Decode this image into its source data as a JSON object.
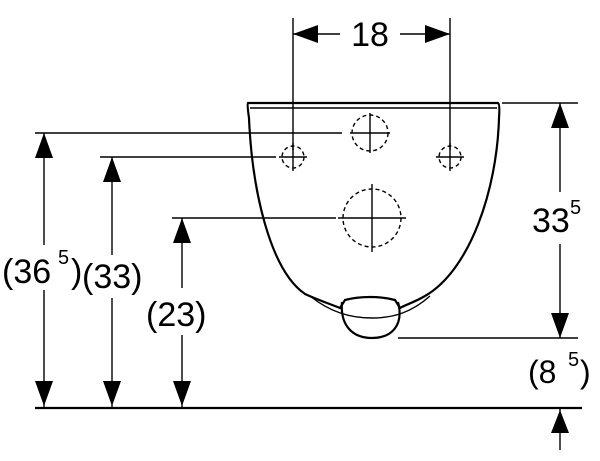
{
  "dimensions": {
    "top_width": "18",
    "right_height_main": "33",
    "right_height_sup": "5",
    "bottom_gap_open": "(8",
    "bottom_gap_sup": "5",
    "bottom_gap_close": ")",
    "left_outer_open": "(36",
    "left_outer_sup": "5",
    "left_outer_close": ")",
    "left_middle": "(33)",
    "left_inner": "(23)"
  }
}
